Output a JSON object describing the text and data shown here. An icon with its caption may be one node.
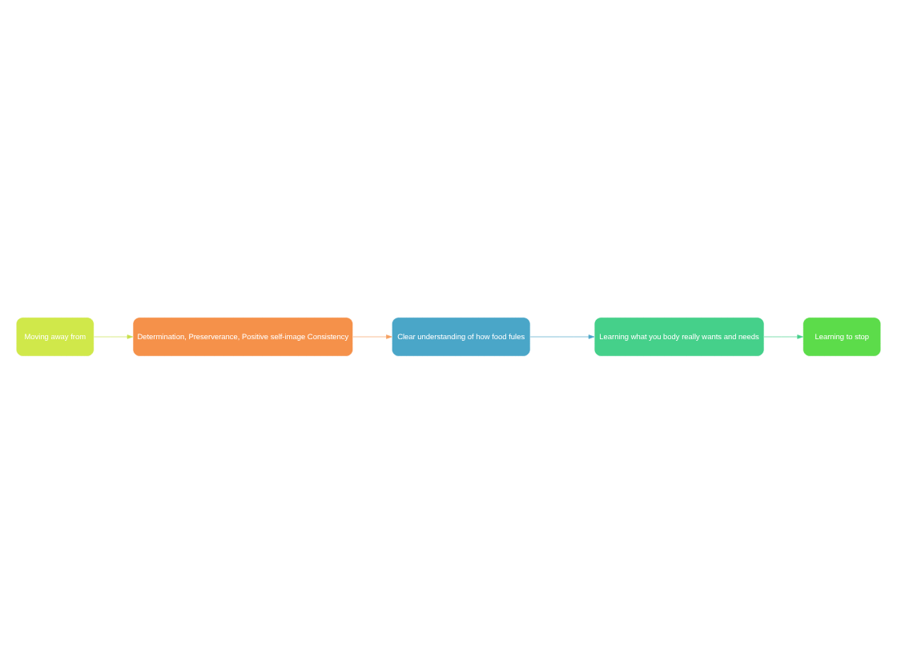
{
  "diagram": {
    "nodes": [
      {
        "text": [
          "Clear understanding of how food fules"
        ]
      },
      {
        "text": [
          "Learning what you body really wants and needs"
        ]
      },
      {
        "text": [
          "Learning to stop"
        ]
      },
      {
        "text": [
          "Moving away from"
        ]
      },
      {
        "text": [
          "Determination, Preserverance, Positive self-image Consistency"
        ]
      }
    ],
    "edges": [
      {
        "from": 0,
        "to": 1,
        "arrow": "to",
        "color": "#4aa6c8"
      },
      {
        "from": 1,
        "to": 2,
        "arrow": "to",
        "color": "#45d08a"
      },
      {
        "from": 3,
        "to": 4,
        "arrow": "to",
        "color": "#c8e04a"
      },
      {
        "from": 4,
        "to": 0,
        "arrow": "to",
        "color": "#f5a060"
      }
    ]
  }
}
